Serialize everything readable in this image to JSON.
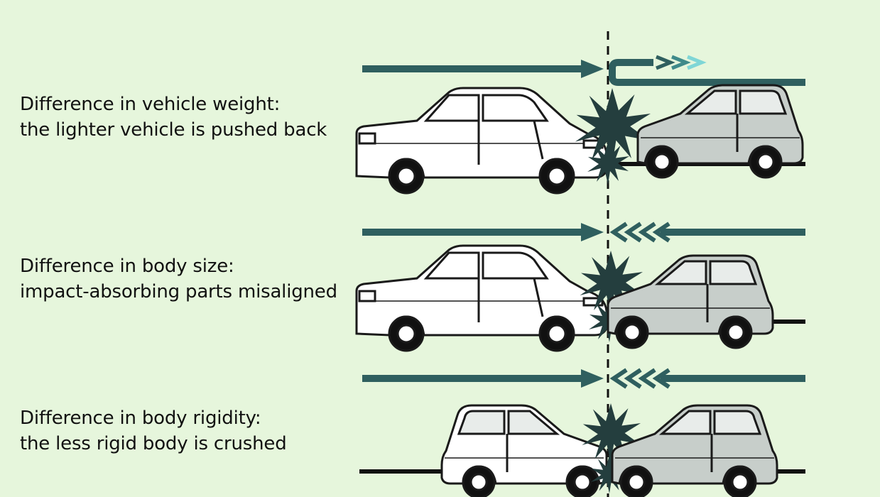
{
  "colors": {
    "background": "#e6f6dc",
    "arrow": "#2f5f5f",
    "rebound_arrow": "#7fd6d6",
    "ground": "#111111",
    "heavy_car": "#ffffff",
    "light_car": "#c7ceca",
    "impact": "#243e3e",
    "outline": "#1a1a1a"
  },
  "scenarios": [
    {
      "id": "weight",
      "line1": "Difference in vehicle weight:",
      "line2": "the lighter vehicle is pushed back",
      "icons": [
        "sedan-car-icon",
        "hatchback-car-icon",
        "impact-burst-icon",
        "pushed-back-arrow-icon"
      ]
    },
    {
      "id": "size",
      "line1": "Difference in body size:",
      "line2": "impact-absorbing parts misaligned",
      "icons": [
        "sedan-car-icon",
        "hatchback-car-icon",
        "impact-burst-icon",
        "opposing-arrows-icon"
      ]
    },
    {
      "id": "rigidity",
      "line1": "Difference in body rigidity:",
      "line2": "the less rigid body is crushed",
      "icons": [
        "hatchback-car-icon",
        "hatchback-car-icon",
        "impact-burst-icon",
        "opposing-arrows-icon"
      ]
    }
  ]
}
